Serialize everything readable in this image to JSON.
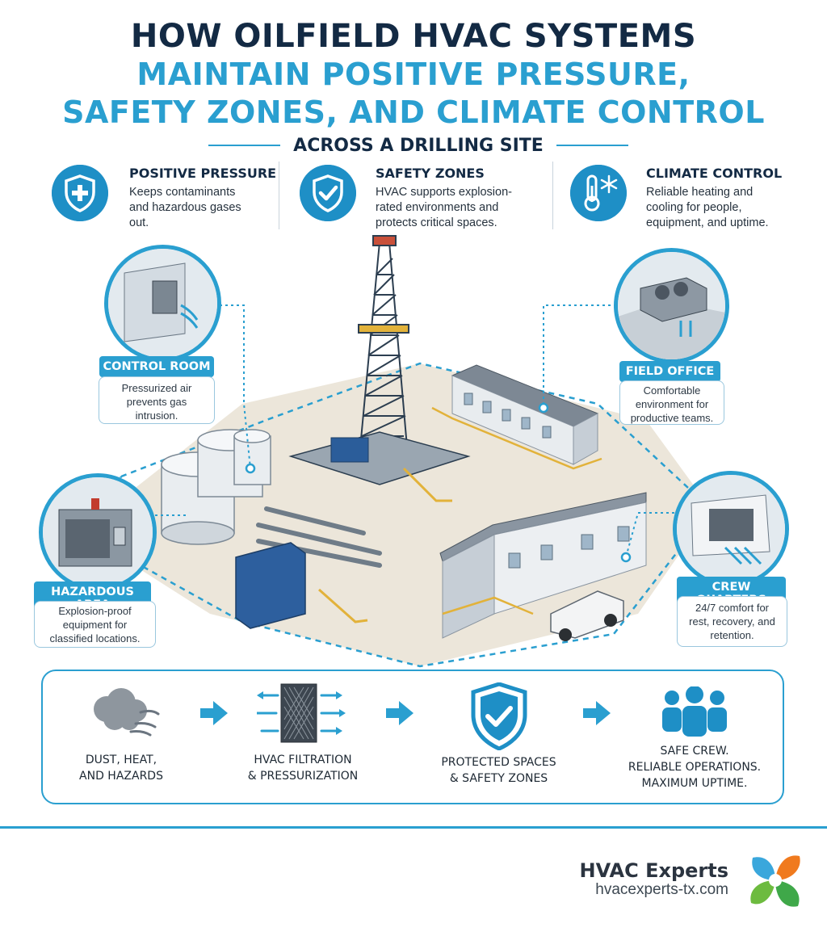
{
  "header": {
    "title_line1": "HOW OILFIELD HVAC SYSTEMS",
    "title_line2": "MAINTAIN POSITIVE PRESSURE,",
    "title_line3": "SAFETY ZONES, AND CLIMATE CONTROL",
    "subtitle": "ACROSS A DRILLING SITE"
  },
  "benefits": [
    {
      "icon": "shield-plus-icon",
      "title": "POSITIVE PRESSURE",
      "line1": "Keeps contaminants",
      "line2": "and hazardous gases",
      "line3": "out."
    },
    {
      "icon": "shield-check-icon",
      "title": "SAFETY ZONES",
      "line1": "HVAC supports explosion-",
      "line2": "rated environments and",
      "line3": "protects critical spaces."
    },
    {
      "icon": "thermometer-snowflake-icon",
      "title": "CLIMATE CONTROL",
      "line1": "Reliable heating and",
      "line2": "cooling for people,",
      "line3": "equipment, and uptime."
    }
  ],
  "callouts": {
    "control_room": {
      "tag": "CONTROL ROOM",
      "line1": "Pressurized air",
      "line2": "prevents gas",
      "line3": "intrusion."
    },
    "field_office": {
      "tag": "FIELD OFFICE",
      "line1": "Comfortable",
      "line2": "environment for",
      "line3": "productive teams."
    },
    "hazardous_area": {
      "tag": "HAZARDOUS AREA",
      "line1": "Explosion-proof",
      "line2": "equipment for",
      "line3": "classified locations."
    },
    "crew_quarters": {
      "tag": "CREW QUARTERS",
      "line1": "24/7 comfort for",
      "line2": "rest, recovery, and",
      "line3": "retention."
    }
  },
  "flow": [
    {
      "icon": "dust-cloud-icon",
      "line1": "DUST, HEAT,",
      "line2": "AND HAZARDS",
      "line3": ""
    },
    {
      "icon": "filter-icon",
      "line1": "HVAC FILTRATION",
      "line2": "& PRESSURIZATION",
      "line3": ""
    },
    {
      "icon": "shield-check-icon",
      "line1": "PROTECTED SPACES",
      "line2": "& SAFETY ZONES",
      "line3": ""
    },
    {
      "icon": "team-icon",
      "line1": "SAFE CREW.",
      "line2": "RELIABLE OPERATIONS.",
      "line3": "MAXIMUM UPTIME."
    }
  ],
  "footer": {
    "brand": "HVAC Experts",
    "url": "hvacexperts-tx.com"
  },
  "colors": {
    "accent": "#2a9fd0",
    "navy": "#132a44",
    "icon_blue": "#1e8fc6"
  }
}
